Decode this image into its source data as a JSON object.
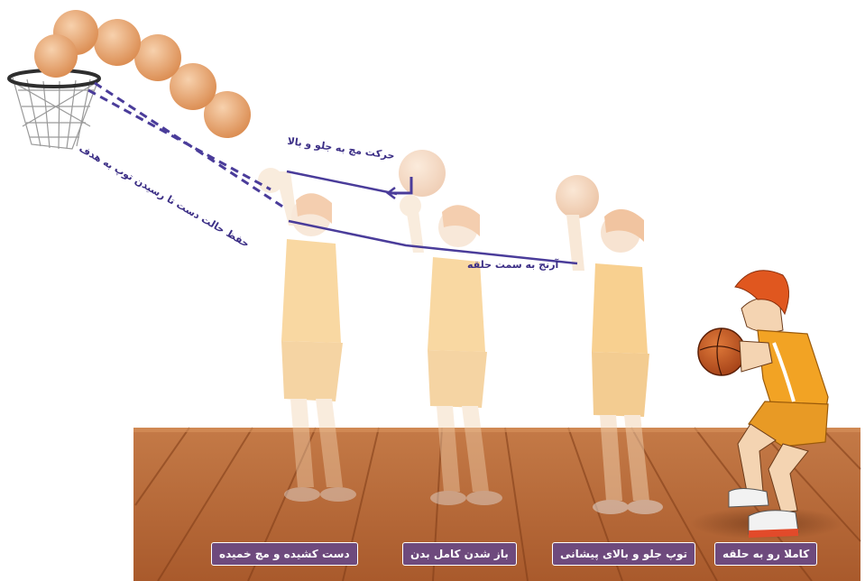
{
  "annotations": {
    "wrist_forward_up": "حرکت مچ به جلو و بالا",
    "elbow_to_hoop": "آرنج به سمت حلقه",
    "hand_follow_through": "حفظ حالت دست تا رسیدن توپ به هدف"
  },
  "captions": {
    "step1": "کاملا رو به حلقه",
    "step2": "توپ جلو و بالای پیشانی",
    "step3": "باز شدن کامل بدن",
    "step4": "دست کشیده و مچ خمیده"
  },
  "colors": {
    "guide_line": "#4a3c9a",
    "ball": "#e9a16b",
    "floor": "#b8683a",
    "jersey": "#f2a324",
    "caption_bg": "#6e4a7d"
  }
}
